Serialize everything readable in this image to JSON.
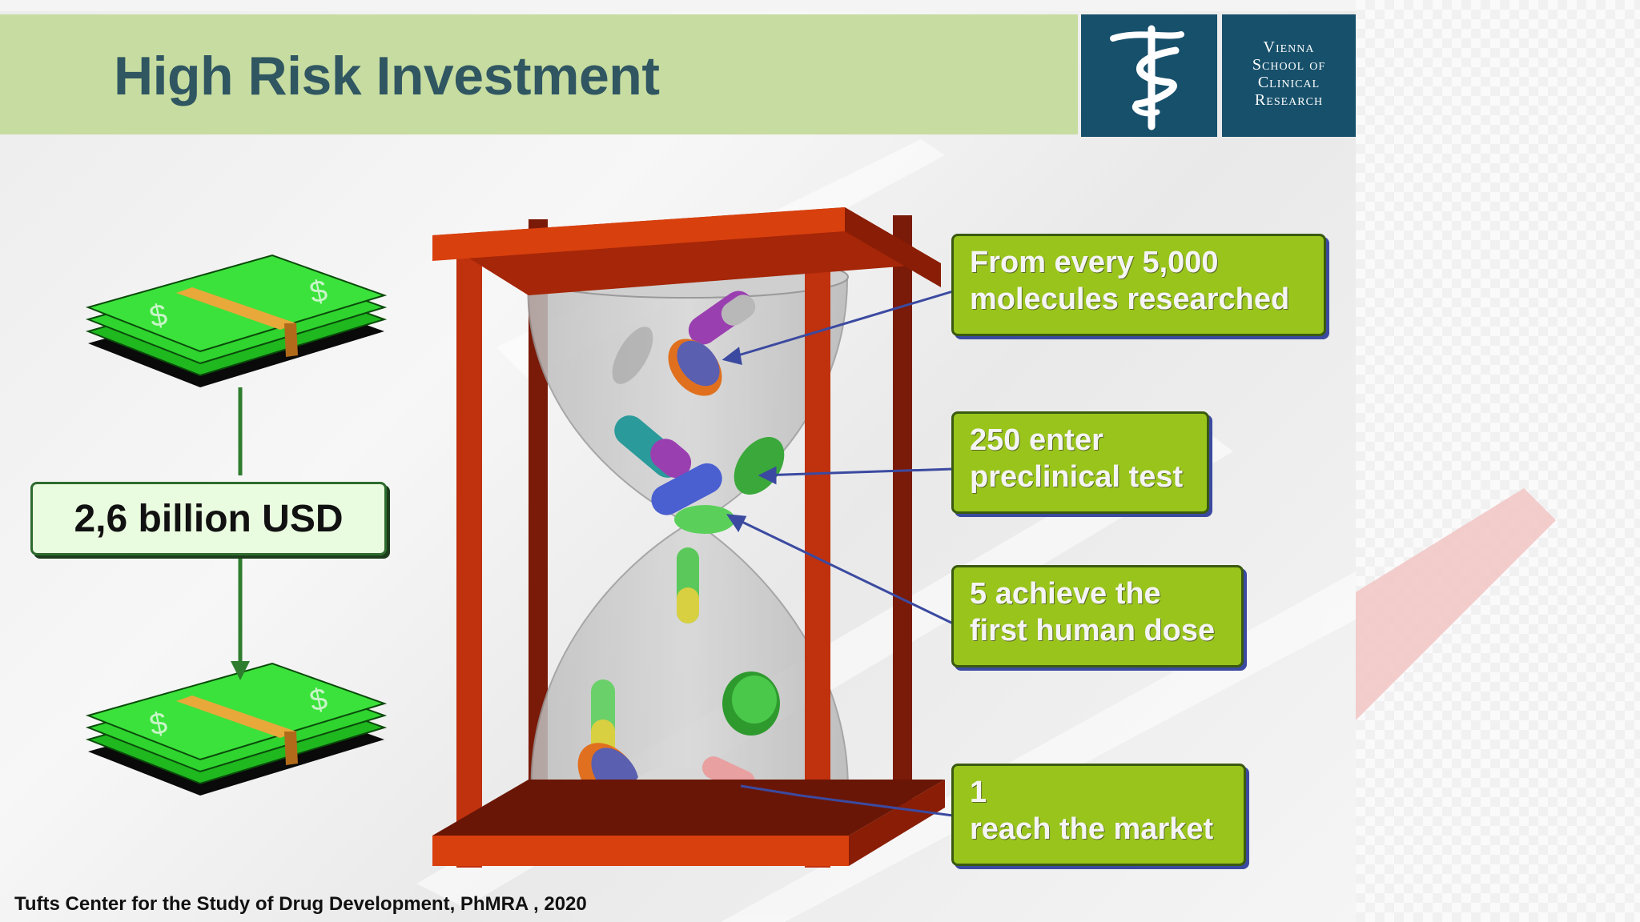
{
  "slide": {
    "title": "High Risk Investment",
    "logo_lines": [
      "Vienna",
      "School of",
      "Clinical",
      "Research"
    ],
    "cost_label": "2,6 billion USD",
    "callouts": [
      {
        "line1": "From every 5,000",
        "line2": "molecules researched"
      },
      {
        "line1": "250 enter",
        "line2": "preclinical test"
      },
      {
        "line1": "5 achieve the",
        "line2": "first human dose"
      },
      {
        "line1": "1",
        "line2": "reach the market"
      }
    ],
    "source": "Tufts Center for the Study of Drug Development,  PhMRA , 2020"
  },
  "colors": {
    "header_band": "#c7dca0",
    "title_text": "#2f5661",
    "logo_bg": "#17506b",
    "callout_green": "#99c41c",
    "frame_red": "#c0310e",
    "money_green": "#2fd42f"
  },
  "icons": [
    "caduceus-icon",
    "money-stack-icon",
    "hourglass-illustration",
    "pill-icon",
    "arrow-down-icon"
  ]
}
